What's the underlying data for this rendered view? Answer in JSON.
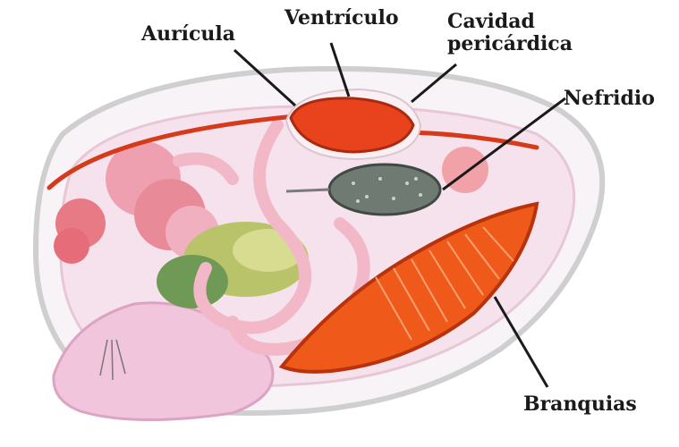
{
  "labels": {
    "auricula": "Aurícula",
    "ventriculo": "Ventrículo",
    "cavidad_line1": "Cavidad",
    "cavidad_line2": "pericárdica",
    "nefridio": "Nefridio",
    "branquias": "Branquias"
  },
  "colors": {
    "heart": "#e8431c",
    "heart_dark": "#a82a10",
    "nephridium": "#6e7a72",
    "gill": "#ef5a1a",
    "gill_dark": "#b8320c",
    "digestive": "#b9c36a",
    "intestine": "#f2b8c8",
    "gonad": "#e87a86",
    "mantle": "#f3dbe7",
    "shell_outline": "#cfcfcf",
    "leader": "#1a1a1a"
  }
}
